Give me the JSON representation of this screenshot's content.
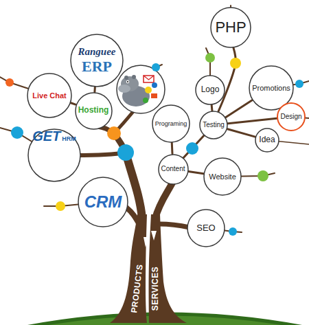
{
  "diagram": {
    "nodes": [
      {
        "text": [
          "PHP"
        ]
      },
      {
        "text": [
          "Ranguee",
          "ERP"
        ]
      },
      {
        "text": [
          "Logo"
        ]
      },
      {
        "text": [
          "Promotions"
        ]
      },
      {
        "text": [
          "Live Chat"
        ]
      },
      {
        "text": [
          "Hosting"
        ]
      },
      {
        "text": [
          "Programing"
        ]
      },
      {
        "text": [
          "Testing"
        ]
      },
      {
        "text": [
          "Design"
        ]
      },
      {
        "text": [
          "Idea"
        ]
      },
      {
        "text": [
          "GET",
          "HRM"
        ]
      },
      {
        "text": [
          "Content"
        ]
      },
      {
        "text": [
          "Website"
        ]
      },
      {
        "text": [
          "CRM"
        ]
      },
      {
        "text": [
          "SEO"
        ]
      }
    ],
    "edges": [
      {
        "from": 5,
        "to": 4,
        "arrow": "none"
      },
      {
        "from": 5,
        "to": 1,
        "arrow": "none"
      },
      {
        "from": 11,
        "to": 6,
        "arrow": "none"
      },
      {
        "from": 11,
        "to": 7,
        "arrow": "none"
      },
      {
        "from": 11,
        "to": 12,
        "arrow": "none"
      },
      {
        "from": 7,
        "to": 2,
        "arrow": "none"
      },
      {
        "from": 7,
        "to": 0,
        "arrow": "none"
      },
      {
        "from": 7,
        "to": 3,
        "arrow": "none"
      },
      {
        "from": 7,
        "to": 8,
        "arrow": "none"
      },
      {
        "from": 7,
        "to": 9,
        "arrow": "none"
      }
    ],
    "labels": [
      "PRODUCTS",
      "SERVICES"
    ]
  }
}
